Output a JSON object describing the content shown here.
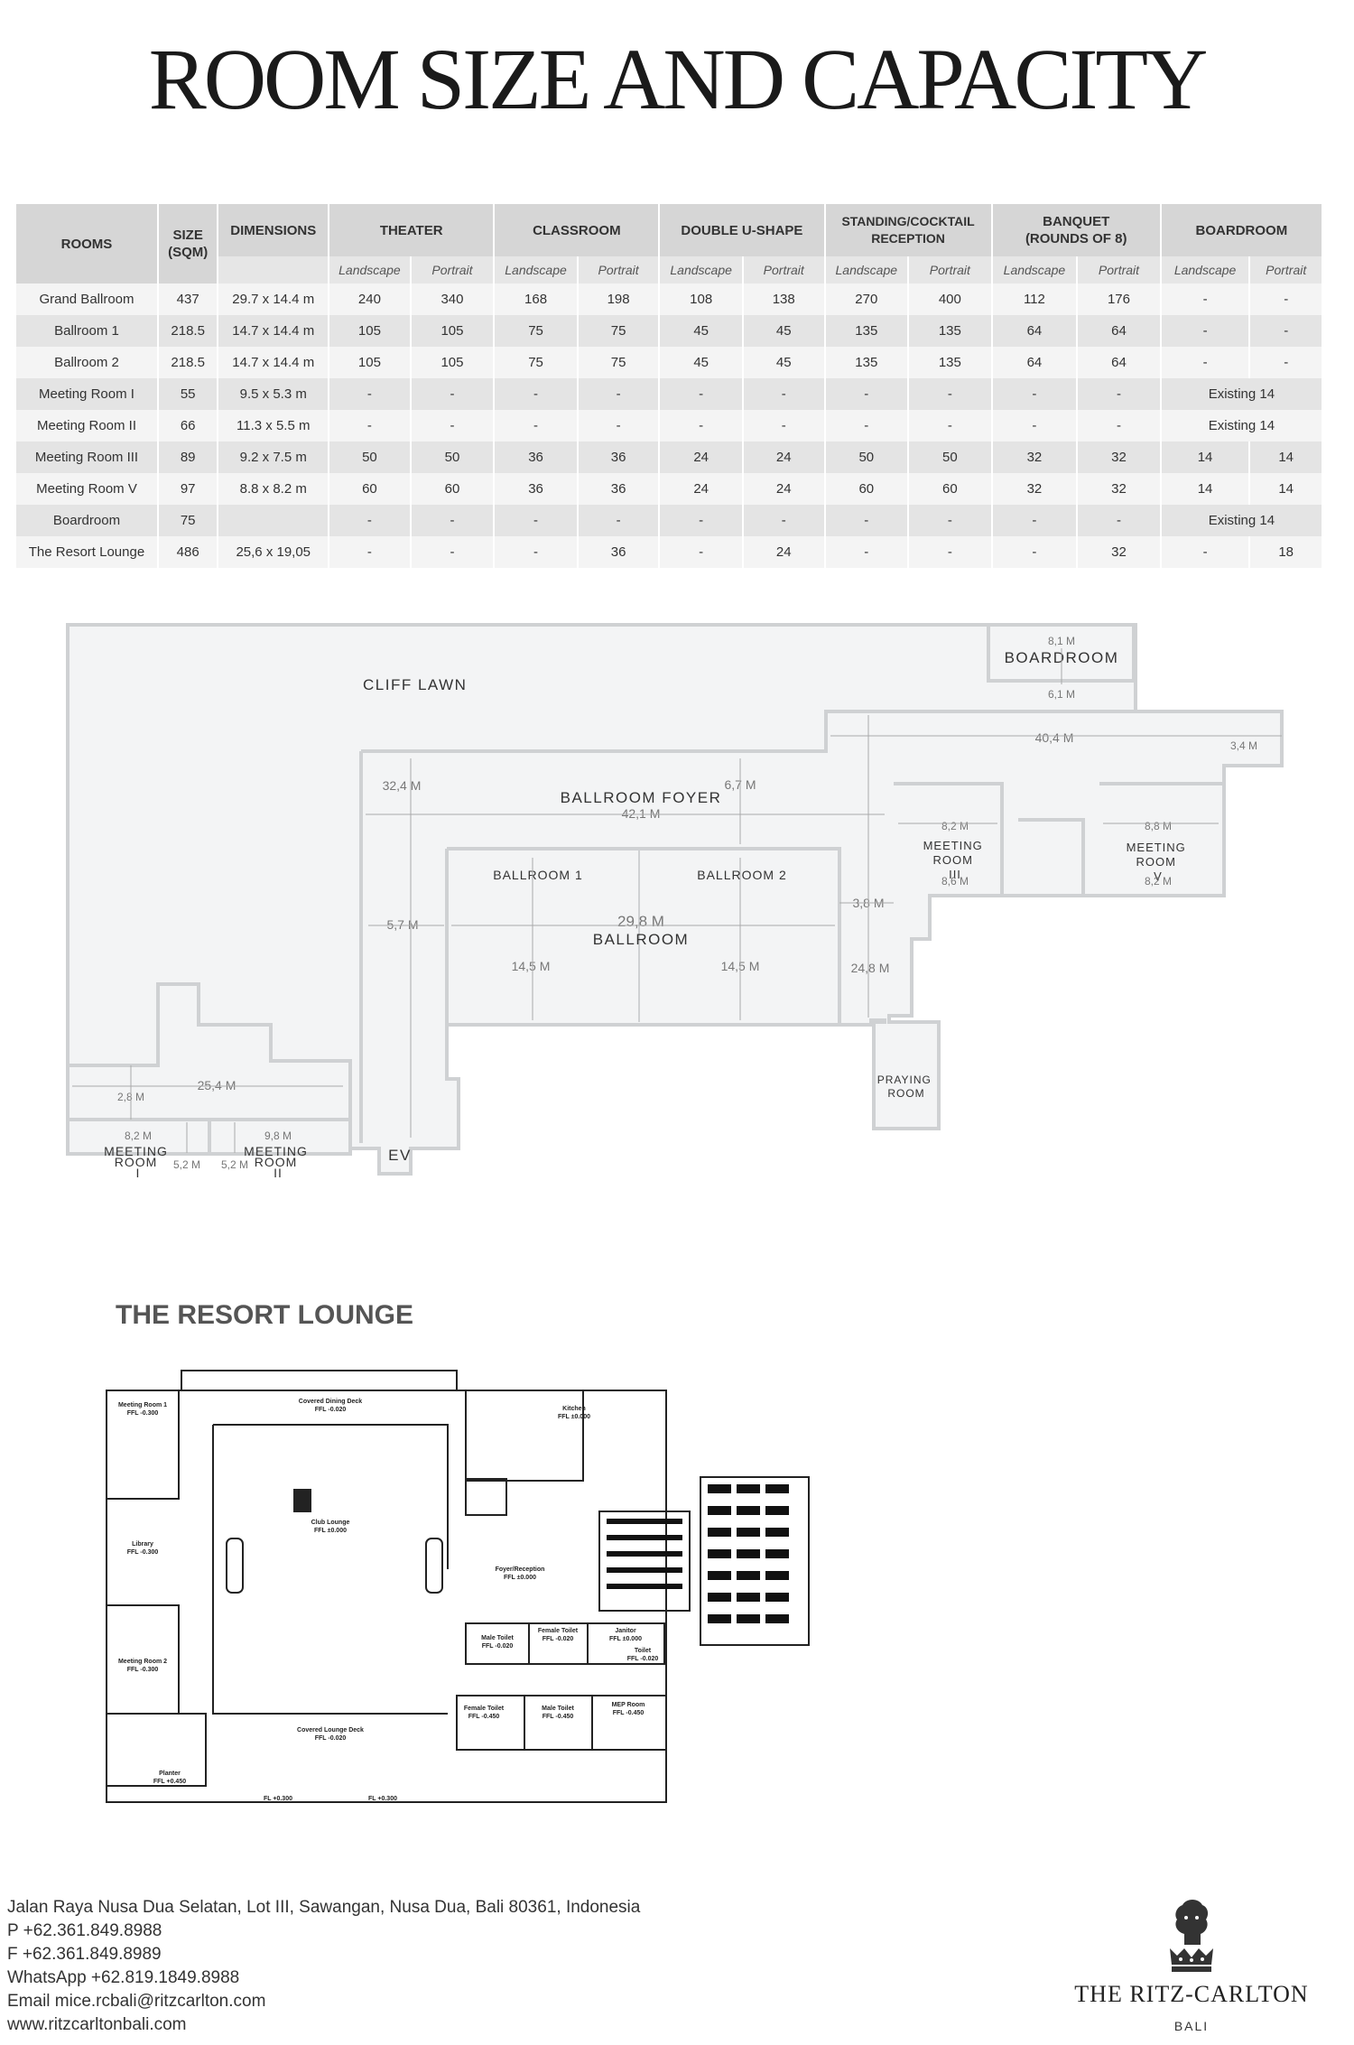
{
  "page": {
    "title": "ROOM SIZE AND CAPACITY",
    "lounge_title": "THE RESORT LOUNGE"
  },
  "table": {
    "headers": {
      "rooms": "ROOMS",
      "size_line1": "SIZE",
      "size_line2": "(SQM)",
      "dimensions": "DIMENSIONS",
      "theater": "THEATER",
      "classroom": "CLASSROOM",
      "double_u": "DOUBLE U-SHAPE",
      "standing_line1": "STANDING/COCKTAIL",
      "standing_line2": "RECEPTION",
      "banquet_line1": "BANQUET",
      "banquet_line2": "(ROUNDS OF 8)",
      "boardroom": "BOARDROOM",
      "landscape": "Landscape",
      "portrait": "Portrait"
    },
    "rows": [
      {
        "room": "Grand Ballroom",
        "size": "437",
        "dim": "29.7 x 14.4 m",
        "v": [
          "240",
          "340",
          "168",
          "198",
          "108",
          "138",
          "270",
          "400",
          "112",
          "176",
          "-",
          "-"
        ],
        "merged": ""
      },
      {
        "room": "Ballroom 1",
        "size": "218.5",
        "dim": "14.7 x 14.4 m",
        "v": [
          "105",
          "105",
          "75",
          "75",
          "45",
          "45",
          "135",
          "135",
          "64",
          "64",
          "-",
          "-"
        ],
        "merged": ""
      },
      {
        "room": "Ballroom 2",
        "size": "218.5",
        "dim": "14.7 x 14.4 m",
        "v": [
          "105",
          "105",
          "75",
          "75",
          "45",
          "45",
          "135",
          "135",
          "64",
          "64",
          "-",
          "-"
        ],
        "merged": ""
      },
      {
        "room": "Meeting Room I",
        "size": "55",
        "dim": "9.5 x 5.3 m",
        "v": [
          "-",
          "-",
          "-",
          "-",
          "-",
          "-",
          "-",
          "-",
          "-",
          "-"
        ],
        "merged": "Existing 14"
      },
      {
        "room": "Meeting Room II",
        "size": "66",
        "dim": "11.3 x 5.5 m",
        "v": [
          "-",
          "-",
          "-",
          "-",
          "-",
          "-",
          "-",
          "-",
          "-",
          "-"
        ],
        "merged": "Existing 14"
      },
      {
        "room": "Meeting Room III",
        "size": "89",
        "dim": "9.2 x 7.5 m",
        "v": [
          "50",
          "50",
          "36",
          "36",
          "24",
          "24",
          "50",
          "50",
          "32",
          "32",
          "14",
          "14"
        ],
        "merged": ""
      },
      {
        "room": "Meeting Room V",
        "size": "97",
        "dim": "8.8 x 8.2 m",
        "v": [
          "60",
          "60",
          "36",
          "36",
          "24",
          "24",
          "60",
          "60",
          "32",
          "32",
          "14",
          "14"
        ],
        "merged": ""
      },
      {
        "room": "Boardroom",
        "size": "75",
        "dim": "",
        "v": [
          "-",
          "-",
          "-",
          "-",
          "-",
          "-",
          "-",
          "-",
          "-",
          "-"
        ],
        "merged": "Existing 14"
      },
      {
        "room": "The Resort Lounge",
        "size": "486",
        "dim": "25,6 x 19,05",
        "v": [
          "-",
          "-",
          "-",
          "36",
          "-",
          "24",
          "-",
          "-",
          "-",
          "32",
          "-",
          "18"
        ],
        "merged": ""
      }
    ]
  },
  "floorplan": {
    "cliff_lawn": "CLIFF LAWN",
    "boardroom": "BOARDROOM",
    "boardroom_w": "8,1 M",
    "boardroom_d": "6,1 M",
    "foyer": "BALLROOM FOYER",
    "foyer_len": "42,1 M",
    "total_len": "40,4 M",
    "right_dim": "3,4 M",
    "left_depth": "32,4 M",
    "foyer_depth": "6,7 M",
    "ballroom1": "BALLROOM 1",
    "ballroom2": "BALLROOM 2",
    "ballroom": "BALLROOM",
    "ballroom_len": "29,8 M",
    "b1_depth": "14,5 M",
    "b2_depth": "14,5 M",
    "left_gap": "5,7 M",
    "corr": "3,8 M",
    "right_depth": "24,8 M",
    "mr3_l1": "MEETING",
    "mr3_l2": "ROOM",
    "mr3_l3": "III",
    "mr3_w": "8,2 M",
    "mr3_d": "8,6 M",
    "mr5_l1": "MEETING",
    "mr5_l2": "ROOM",
    "mr5_l3": "V",
    "mr5_w": "8,8 M",
    "mr5_d": "8,2 M",
    "lower_len": "25,4 M",
    "lower_gap": "2,8 M",
    "mr1_l1": "MEETING",
    "mr1_l2": "ROOM",
    "mr1_l3": "I",
    "mr1_w": "8,2 M",
    "mr1_d": "5,2 M",
    "mr2_l1": "MEETING",
    "mr2_l2": "ROOM",
    "mr2_l3": "II",
    "mr2_w": "9,8 M",
    "mr2_d": "5,2 M",
    "ev": "EV",
    "praying_l1": "PRAYING",
    "praying_l2": "ROOM"
  },
  "lounge_plan": {
    "meeting1_l1": "Meeting Room 1",
    "meeting1_l2": "FFL -0.300",
    "dining_l1": "Covered Dining Deck",
    "dining_l2": "FFL -0.020",
    "kitchen_l1": "Kitchen",
    "kitchen_l2": "FFL ±0.000",
    "club_l1": "Club Lounge",
    "club_l2": "FFL ±0.000",
    "library_l1": "Library",
    "library_l2": "FFL -0.300",
    "foyer_l1": "Foyer/Reception",
    "foyer_l2": "FFL ±0.000",
    "male_l1": "Male Toilet",
    "male_l2": "FFL -0.020",
    "female_l1": "Female Toilet",
    "female_l2": "FFL -0.020",
    "janitor_l1": "Janitor",
    "janitor_l2": "FFL ±0.000",
    "toilet_l1": "Toilet",
    "toilet_l2": "FFL -0.020",
    "meeting2_l1": "Meeting Room 2",
    "meeting2_l2": "FFL -0.300",
    "lounge_deck_l1": "Covered Lounge Deck",
    "lounge_deck_l2": "FFL -0.020",
    "female2_l1": "Female Toilet",
    "female2_l2": "FFL -0.450",
    "male2_l1": "Male Toilet",
    "male2_l2": "FFL -0.450",
    "mep_l1": "MEP Room",
    "mep_l2": "FFL -0.450",
    "planter_l1": "Planter",
    "planter_l2": "FFL +0.450",
    "fl1": "FL +0.300",
    "fl2": "FL +0.300"
  },
  "footer": {
    "address": "Jalan Raya Nusa Dua Selatan, Lot III, Sawangan, Nusa Dua, Bali 80361, Indonesia",
    "phone": "P +62.361.849.8988",
    "fax": "F +62.361.849.8989",
    "whatsapp": "WhatsApp +62.819.1849.8988",
    "email": "Email mice.rcbali@ritzcarlton.com",
    "web": "www.ritzcarltonbali.com",
    "brand": "THE RITZ-CARLTON",
    "brand_sub": "BALI"
  },
  "icons": {
    "logo": "lion-crown-icon"
  },
  "colors": {
    "header_bg": "#d6d6d6",
    "row_light": "#f4f4f4",
    "row_dark": "#e4e4e4",
    "plan_fill": "#f3f4f5",
    "plan_wall": "#cfd1d3"
  }
}
